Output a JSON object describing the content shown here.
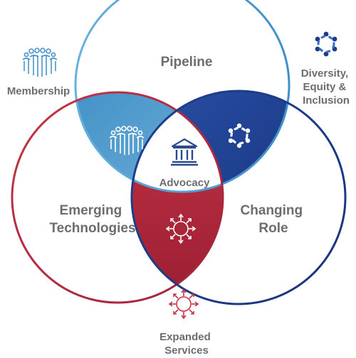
{
  "title": "",
  "circles": {
    "top": {
      "label": "Pipeline"
    },
    "left": {
      "label_lines": [
        "Emerging",
        "Technologies"
      ]
    },
    "right": {
      "label_lines": [
        "Changing",
        "Role"
      ]
    }
  },
  "center": {
    "label": "Advocacy",
    "icon": "building-columns-icon"
  },
  "overlaps": {
    "top_left": {
      "icon": "people-group-icon"
    },
    "top_right": {
      "icon": "circle-of-people-icon"
    },
    "left_right": {
      "icon": "outward-arrows-ring-icon"
    }
  },
  "outer_labels": {
    "membership": {
      "text": "Membership",
      "icon": "people-group-icon"
    },
    "dei": {
      "lines": [
        "Diversity,",
        "Equity &",
        "Inclusion"
      ],
      "icon": "circle-of-people-icon"
    },
    "expanded": {
      "lines": [
        "Expanded",
        "Services"
      ],
      "icon": "outward-arrows-ring-icon"
    }
  },
  "colors": {
    "light_blue": "#5fa6d3",
    "navy": "#1b3b8a",
    "red": "#b02a3c",
    "gray_text": "#6b6e70"
  }
}
